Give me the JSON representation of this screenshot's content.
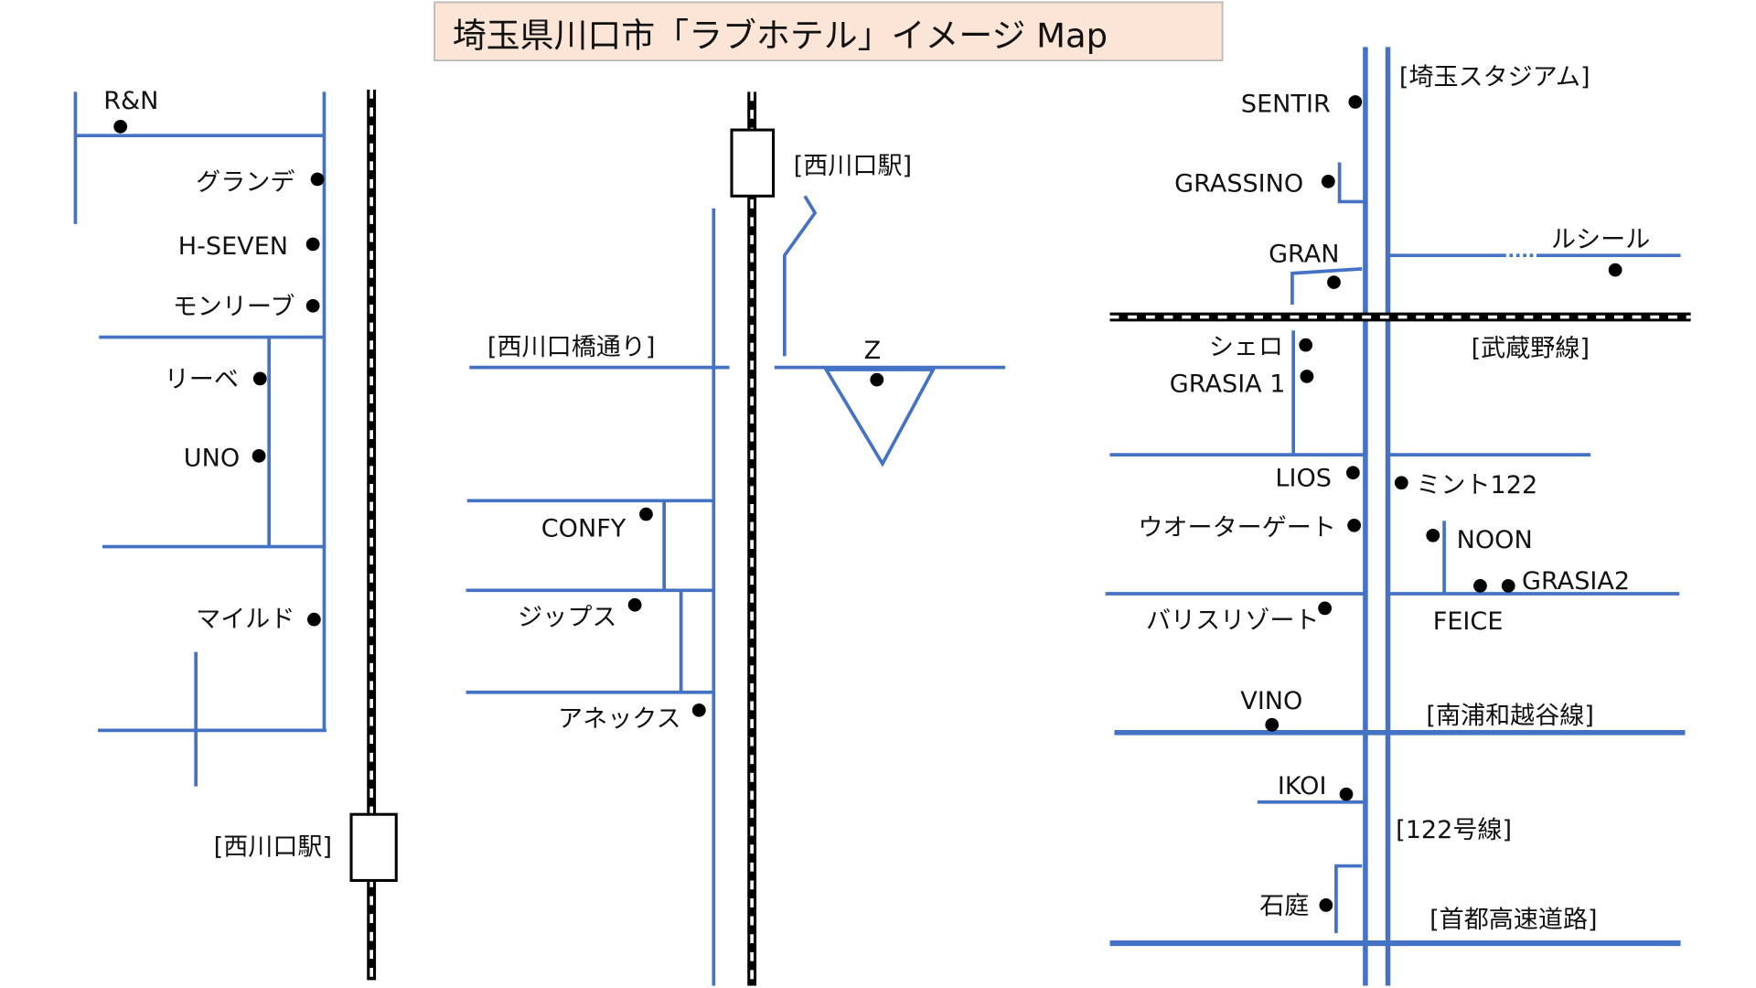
{
  "title": "埼玉県川口市「ラブホテル」イメージ Map",
  "colors": {
    "road": "#4472C4",
    "title_bg": "#FBE5D6",
    "rail": "#000000"
  },
  "left": {
    "hotels": [
      "R&N",
      "グランデ",
      "H-SEVEN",
      "モンリーブ",
      "リーベ",
      "UNO",
      "マイルド"
    ],
    "station": "[西川口駅]"
  },
  "middle": {
    "station": "[西川口駅]",
    "road": "[西川口橋通り]",
    "hotels": [
      "Z",
      "CONFY",
      "ジップス",
      "アネックス"
    ]
  },
  "right": {
    "landmarks": [
      "[埼玉スタジアム]",
      "[武蔵野線]",
      "[南浦和越谷線]",
      "[122号線]",
      "[首都高速道路]"
    ],
    "hotels": [
      "SENTIR",
      "GRASSINO",
      "GRAN",
      "ルシール",
      "シェロ",
      "GRASIA 1",
      "LIOS",
      "ミント122",
      "ウオーターゲート",
      "NOON",
      "GRASIA2",
      "バリスリゾート",
      "FEICE",
      "VINO",
      "IKOI",
      "石庭"
    ]
  }
}
